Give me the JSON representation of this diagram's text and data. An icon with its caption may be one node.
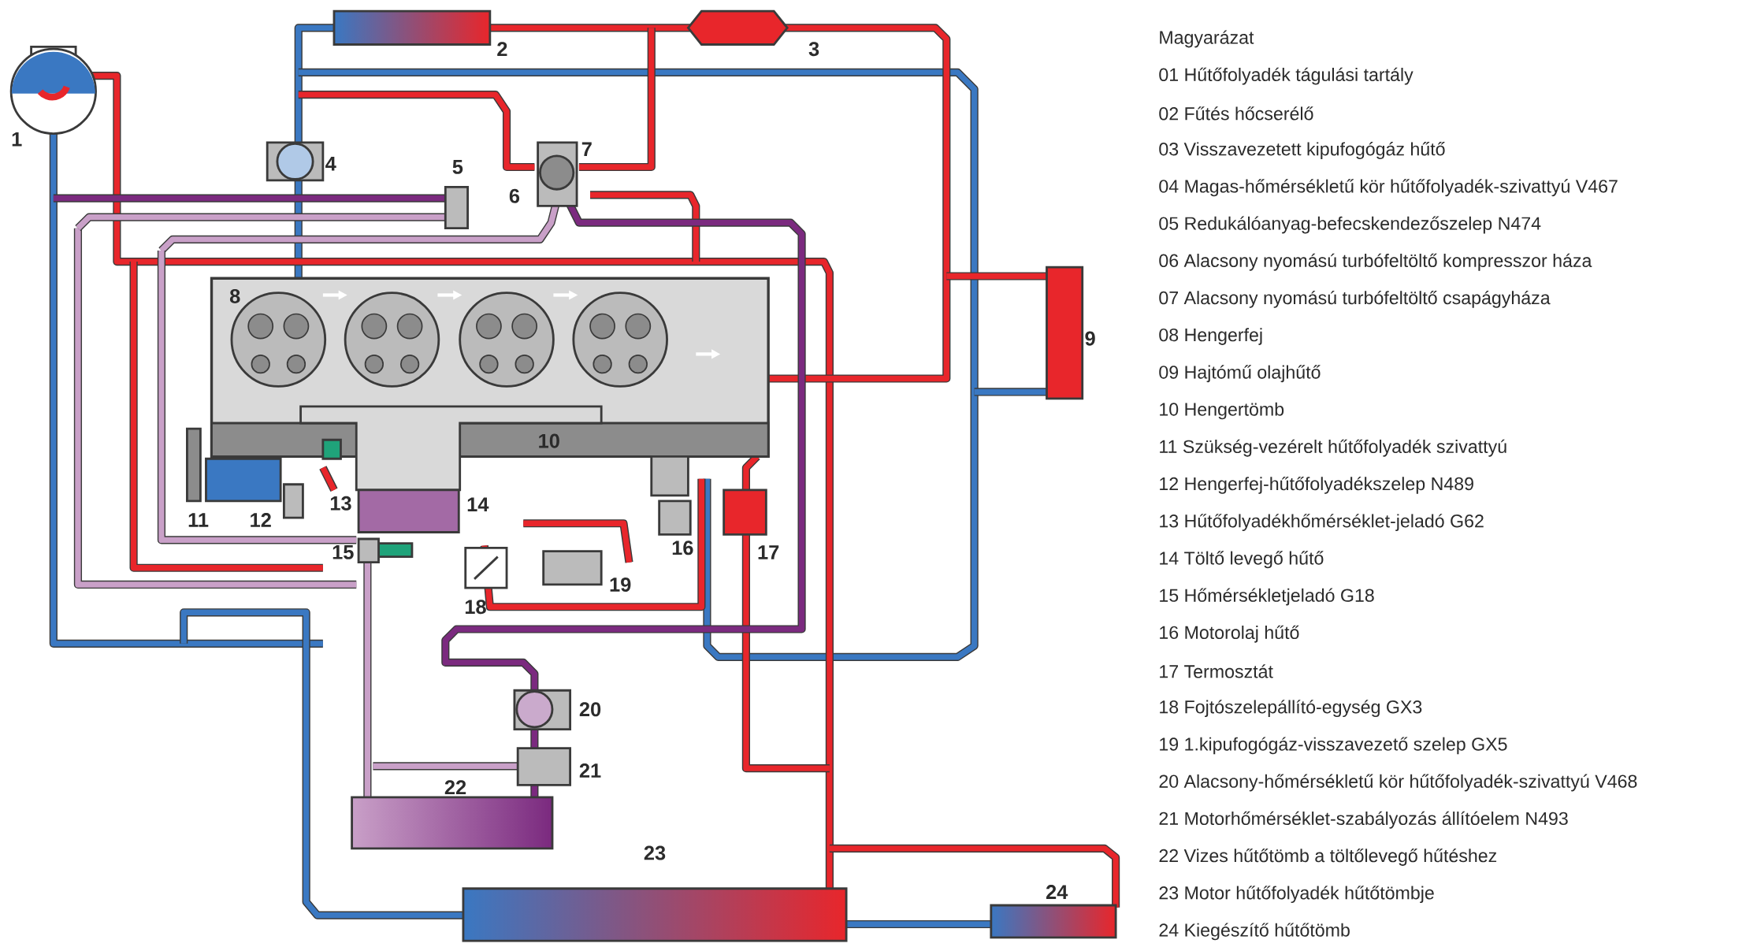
{
  "diagram": {
    "labels": [
      "1",
      "2",
      "3",
      "4",
      "5",
      "6",
      "7",
      "8",
      "9",
      "10",
      "11",
      "12",
      "13",
      "14",
      "15",
      "16",
      "17",
      "18",
      "19",
      "20",
      "21",
      "22",
      "23",
      "24",
      "Magyarázat",
      "01 Hűtőfolyadék tágulási tartály",
      "02 Fűtés hőcserélő",
      "03 Visszavezetett kipufogógáz hűtő",
      "04 Magas-hőmérsékletű kör hűtőfolyadék-szivattyú V467",
      "05 Redukálóanyag-befecskendezőszelep N474",
      "06 Alacsony nyomású turbófeltöltő kompresszor háza",
      "07 Alacsony nyomású turbófeltöltő csapágyháza",
      "08 Hengerfej",
      "09 Hajtómű olajhűtő",
      "10 Hengertömb",
      "11 Szükség-vezérelt hűtőfolyadék szivattyú",
      "12 Hengerfej-hűtőfolyadékszelep N489",
      "13 Hűtőfolyadékhőmérséklet-jeladó G62",
      "14 Töltő levegő hűtő",
      "15 Hőmérsékletjeladó G18",
      "16 Motorolaj hűtő",
      "17 Termosztát",
      "18 Fojtószelepállító-egység GX3",
      "19 1.kipufogógáz-visszavezető szelep GX5",
      "20 Alacsony-hőmérsékletű kör hűtőfolyadék-szivattyú V468",
      "21 Motorhőmérséklet-szabályozás állítóelem N493",
      "22 Vizes hűtőtömb a töltőlevegő hűtéshez",
      "23 Motor hűtőfolyadék hűtőtömbje",
      "24 Kiegészítő hűtőtömb"
    ]
  }
}
